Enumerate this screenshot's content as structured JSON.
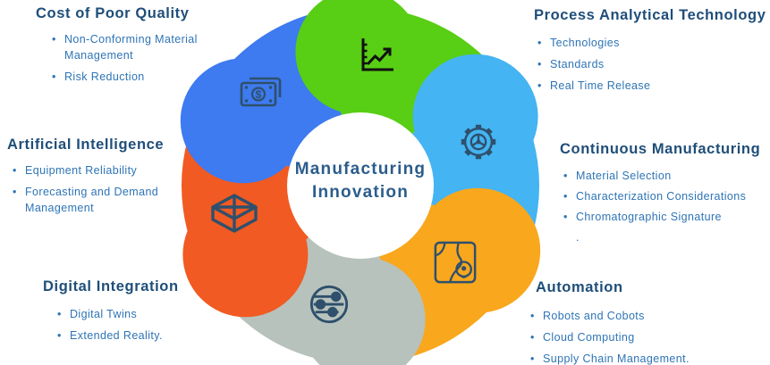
{
  "title": "Manufacturing Innovation wheel diagram",
  "center": {
    "line1": "Manufacturing",
    "line2": "Innovation"
  },
  "colors": {
    "text_heading": "#1f4e79",
    "text_bullet": "#2e74b5",
    "center_text": "#2b5d8c",
    "icon_stroke": "#2e506c",
    "icon_chart": "#111111",
    "wheel_hub": "#ffffff"
  },
  "wheel": {
    "segments": [
      {
        "name": "process-analytical-technology",
        "color": "#58ce14",
        "icon": "line-chart-icon"
      },
      {
        "name": "continuous-manufacturing",
        "color": "#44b4f2",
        "icon": "gear-icon"
      },
      {
        "name": "automation",
        "color": "#f9a71d",
        "icon": "map-navigation-icon"
      },
      {
        "name": "digital-integration",
        "color": "#b7c2bc",
        "icon": "circuit-nodes-icon"
      },
      {
        "name": "artificial-intelligence",
        "color": "#f15a22",
        "icon": "cube-3d-icon"
      },
      {
        "name": "cost-of-poor-quality",
        "color": "#3e7af0",
        "icon": "money-icon"
      }
    ]
  },
  "sections": [
    {
      "title": "Cost of Poor Quality",
      "bullets": [
        "Non-Conforming Material Management",
        "Risk Reduction"
      ]
    },
    {
      "title": "Process Analytical Technology",
      "bullets": [
        "Technologies",
        "Standards",
        "Real Time Release"
      ]
    },
    {
      "title": "Artificial Intelligence",
      "bullets": [
        "Equipment Reliability",
        "Forecasting and Demand Management"
      ]
    },
    {
      "title": "Continuous Manufacturing",
      "bullets": [
        "Material Selection",
        "Characterization Considerations",
        "Chromatographic Signature",
        "."
      ]
    },
    {
      "title": "Digital Integration",
      "bullets": [
        "Digital Twins",
        "Extended Reality."
      ]
    },
    {
      "title": "Automation",
      "bullets": [
        "Robots and Cobots",
        "Cloud Computing",
        "Supply Chain Management."
      ]
    }
  ],
  "money_icon_symbol": "$"
}
